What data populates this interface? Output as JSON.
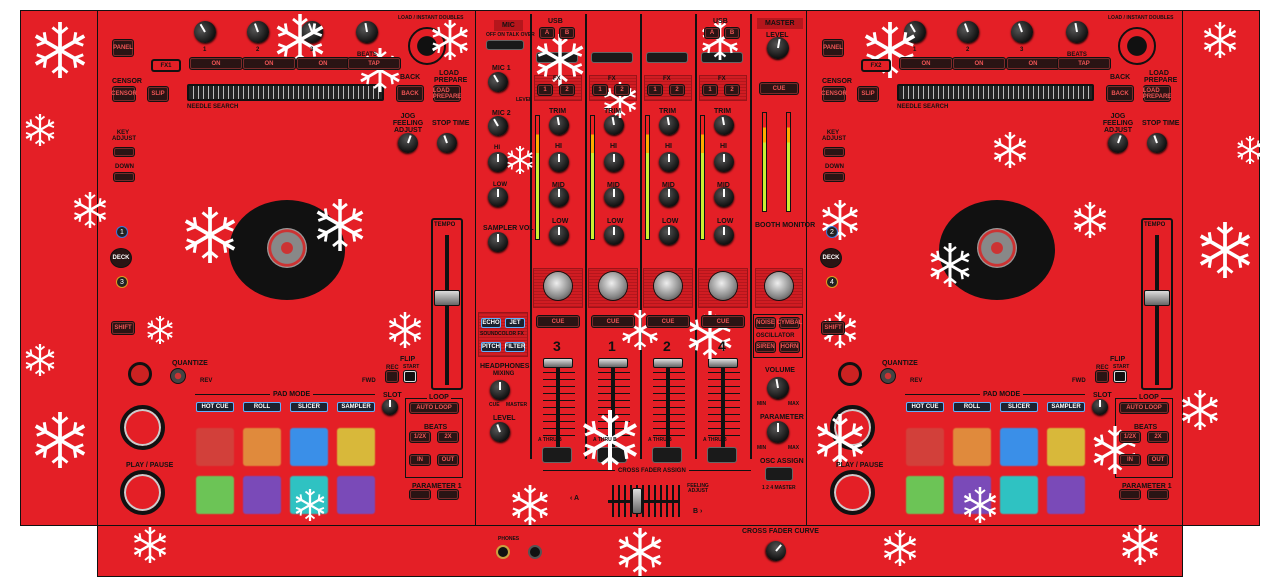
{
  "colors": {
    "body": "#e41f26",
    "outline": "#111111",
    "snow": "#ffffff"
  },
  "decks": [
    {
      "fx_label": "FX1",
      "panel": "PANEL",
      "knob_labels": [
        "1",
        "2",
        "3",
        "BEATS"
      ],
      "fx_buttons": [
        "ON",
        "ON",
        "ON",
        "TAP"
      ],
      "load_label": "LOAD / INSTANT DOUBLES",
      "censor": "CENSOR",
      "censor_btn": "CENSOR",
      "slip": "SLIP",
      "needle": "NEEDLE SEARCH",
      "back": "BACK",
      "load_prepare": "LOAD PREPARE",
      "jog_feeling": "JOG FEELING ADJUST",
      "stop_time": "STOP TIME",
      "key_adjust": "KEY ADJUST",
      "down": "DOWN",
      "deck_nums": [
        "1",
        "DECK",
        "3"
      ],
      "tempo": "TEMPO",
      "shift": "SHIFT",
      "quantize": "QUANTIZE",
      "rev": "REV",
      "fwd": "FWD",
      "flip": "FLIP",
      "rec": "REC",
      "start": "START",
      "play_pause": "PLAY / PAUSE",
      "pad_mode": "PAD MODE",
      "modes": [
        "HOT CUE",
        "ROLL",
        "SLICER",
        "SAMPLER"
      ],
      "slot": "SLOT",
      "loop": "LOOP",
      "auto_loop": "AUTO LOOP",
      "beats": "BEATS",
      "half": "1/2X",
      "double": "2X",
      "in": "IN",
      "out": "OUT",
      "parameter": "PARAMETER 1",
      "pads": [
        "#d2403a",
        "#e08a3c",
        "#3a8fe8",
        "#d8b83a",
        "#6cc456",
        "#7a4ab8",
        "#2fc2c2",
        "#7a4ab8"
      ]
    },
    {
      "fx_label": "FX2",
      "panel": "PANEL",
      "knob_labels": [
        "1",
        "2",
        "3",
        "BEATS"
      ],
      "fx_buttons": [
        "ON",
        "ON",
        "ON",
        "TAP"
      ],
      "load_label": "LOAD / INSTANT DOUBLES",
      "censor": "CENSOR",
      "censor_btn": "CENSOR",
      "slip": "SLIP",
      "needle": "NEEDLE SEARCH",
      "back": "BACK",
      "load_prepare": "LOAD PREPARE",
      "jog_feeling": "JOG FEELING ADJUST",
      "stop_time": "STOP TIME",
      "key_adjust": "KEY ADJUST",
      "down": "DOWN",
      "deck_nums": [
        "2",
        "DECK",
        "4"
      ],
      "tempo": "TEMPO",
      "shift": "SHIFT",
      "quantize": "QUANTIZE",
      "rev": "REV",
      "fwd": "FWD",
      "flip": "FLIP",
      "rec": "REC",
      "start": "START",
      "play_pause": "PLAY / PAUSE",
      "pad_mode": "PAD MODE",
      "modes": [
        "HOT CUE",
        "ROLL",
        "SLICER",
        "SAMPLER"
      ],
      "slot": "SLOT",
      "loop": "LOOP",
      "auto_loop": "AUTO LOOP",
      "beats": "BEATS",
      "half": "1/2X",
      "double": "2X",
      "in": "IN",
      "out": "OUT",
      "parameter": "PARAMETER 1",
      "pads": [
        "#d2403a",
        "#e08a3c",
        "#3a8fe8",
        "#d8b83a",
        "#6cc456",
        "#7a4ab8",
        "#2fc2c2",
        "#7a4ab8"
      ]
    }
  ],
  "mixer": {
    "mic": {
      "title": "MIC",
      "switch": "OFF ON TALK OVER",
      "mic1": "MIC 1",
      "mic2": "MIC 2",
      "hi": "HI",
      "low": "LOW",
      "level": "LEVEL",
      "sampler_vol": "SAMPLER VOL",
      "fx": [
        "ECHO",
        "JET",
        "PITCH",
        "FILTER"
      ],
      "soundcolor": "SOUNDCOLOR FX",
      "headphones": "HEADPHONES",
      "mixing": "MIXING",
      "cue": "CUE",
      "master": "MASTER",
      "hp_level": "LEVEL"
    },
    "usb": "USB",
    "usb_a": "A",
    "usb_b": "B",
    "fx": "FX",
    "fx1": "1",
    "fx2": "2",
    "trim": "TRIM",
    "hi": "HI",
    "mid": "MID",
    "low": "LOW",
    "cue": "CUE",
    "thru": "A  THRU  B",
    "channels": [
      "3",
      "1",
      "2",
      "4"
    ],
    "master": {
      "title": "MASTER",
      "level": "LEVEL",
      "cue": "CUE",
      "booth": "BOOTH MONITOR",
      "osc": [
        "NOISE",
        "CYMBAL",
        "SIREN",
        "HORN"
      ],
      "oscillator": "OSCILLATOR",
      "volume": "VOLUME",
      "parameter": "PARAMETER",
      "min": "MIN",
      "max": "MAX",
      "osc_assign": "OSC ASSIGN",
      "assign_scale": "1  2  4  MASTER"
    },
    "cf_assign": "CROSS FADER ASSIGN",
    "side_a": "‹ A",
    "side_b": "B ›",
    "feeling": "FEELING ADJUST"
  },
  "bottom": {
    "phones": "PHONES",
    "cf_curve": "CROSS FADER CURVE"
  }
}
